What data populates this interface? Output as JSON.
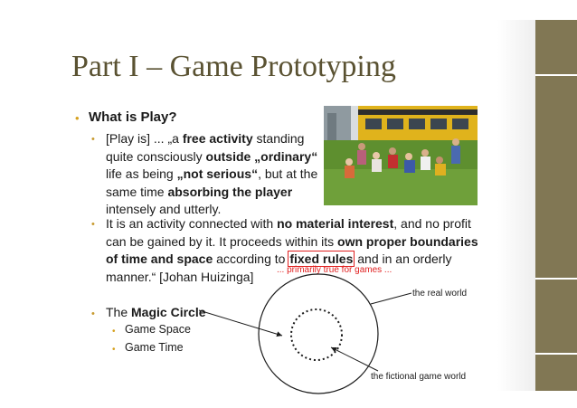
{
  "slide": {
    "title": "Part I – Game Prototyping",
    "section_heading": "What is Play?",
    "bullet_symbol": "•",
    "quote": {
      "t1": "[Play is] ... „a ",
      "b1": "free activity",
      "t2": " standing quite consciously ",
      "b2": "outside „ordinary“",
      "t3": " life as being ",
      "b3": "„not serious“",
      "t4": ", but at the same time ",
      "b4": "absorbing the player",
      "t5": " intensely and utterly."
    },
    "quote2": {
      "t1": "It is an activity connected with ",
      "b1": "no material interest",
      "t2": ", and no profit can be gained by it. It proceeds within its ",
      "b2": "own proper boundaries of time and space",
      "t3": " according to ",
      "b3": "fixed rules",
      "t4": " and in an orderly manner.“ [Johan Huizinga]"
    },
    "annotation": "... primarily true for games ...",
    "magic_circle": {
      "prefix": "The ",
      "bold": "Magic Circle",
      "items": [
        "Game Space",
        "Game Time"
      ],
      "outer_label": "the real world",
      "inner_label": "the fictional game world"
    },
    "colors": {
      "title": "#5a5232",
      "accent_bar": "#817754",
      "bullet": "#d6a11f",
      "annotation": "#e02020"
    }
  }
}
